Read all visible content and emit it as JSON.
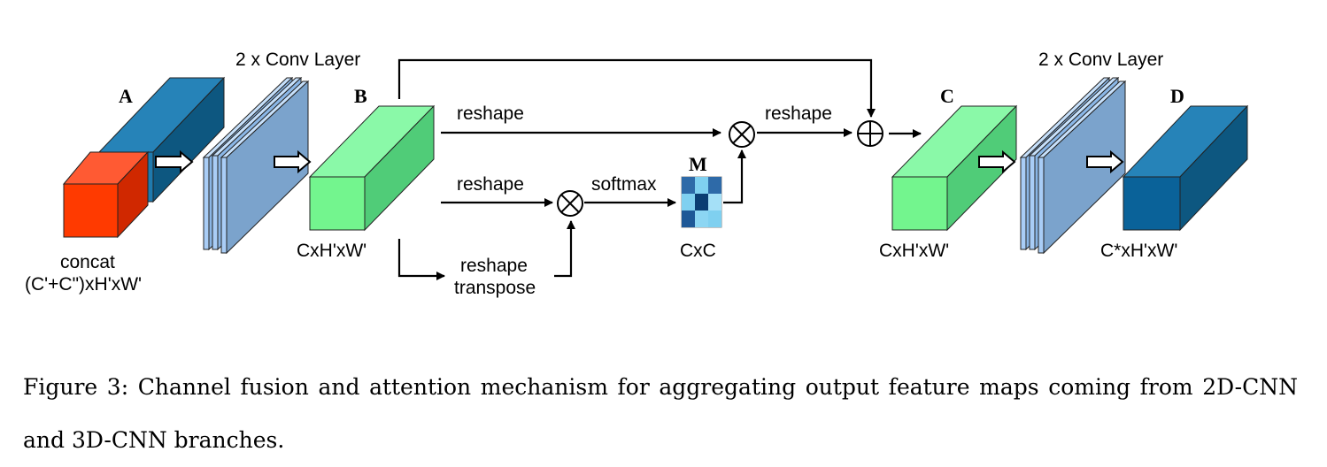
{
  "diagram": {
    "block_labels": {
      "a": "A",
      "b": "B",
      "c": "C",
      "d": "D",
      "m": "M"
    },
    "conv_labels": [
      "2 x Conv Layer",
      "2 x Conv Layer"
    ],
    "concat_line1": "concat",
    "concat_line2": "(C'+C\")xH'xW'",
    "dim_b": "CxH'xW'",
    "dim_m": "CxC",
    "dim_c": "CxH'xW'",
    "dim_d": "C*xH'xW'",
    "op_labels": {
      "reshape_top": "reshape",
      "reshape_mid": "reshape",
      "softmax": "softmax",
      "reshape_after_mult": "reshape",
      "reshape_transpose_1": "reshape",
      "reshape_transpose_2": "transpose"
    },
    "colors": {
      "block_a_front": "#FF3A00",
      "block_a_back": "#1F7AAE",
      "conv_layer": "#7BA3CC",
      "conv_thin": "#A9CDF6",
      "block_bc": "#73F58E",
      "block_d": "#0A6299"
    },
    "attention_matrix": [
      [
        "#2E6AA8",
        "#7FD0F0",
        "#2E6AA8"
      ],
      [
        "#7FD0F0",
        "#0B3E73",
        "#A5E0F7"
      ],
      [
        "#1E5897",
        "#8CD6F3",
        "#7FD0F0"
      ]
    ]
  },
  "caption": {
    "text": "Figure 3: Channel fusion and attention mechanism for aggregating output feature maps coming from 2D-CNN and 3D-CNN branches."
  }
}
